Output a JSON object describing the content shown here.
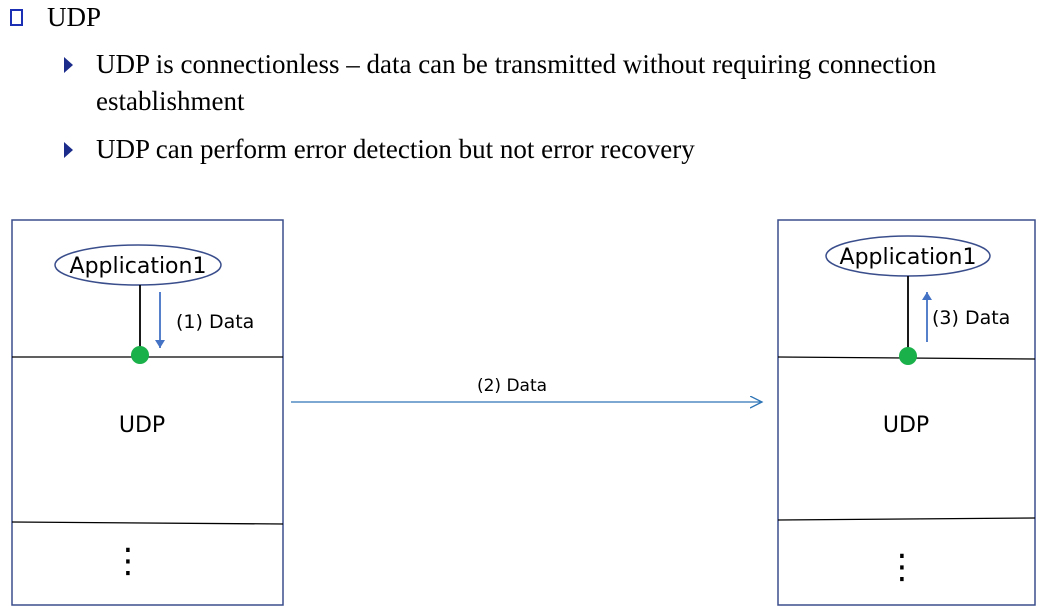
{
  "slide": {
    "heading": "UDP",
    "bullets": [
      "UDP is connectionless – data can be transmitted without requiring connection establishment",
      "UDP can perform error detection but not error recovery"
    ]
  },
  "diagram": {
    "sender": {
      "app_label": "Application1",
      "step_label": "(1) Data",
      "layer_label": "UDP",
      "lower_label": "⋮"
    },
    "transfer_label": "(2) Data",
    "receiver": {
      "app_label": "Application1",
      "step_label": "(3) Data",
      "layer_label": "UDP",
      "lower_label": "⋮"
    }
  },
  "colors": {
    "box_border": "#3a4e8c",
    "arrow": "#4472c4",
    "transfer_arrow": "#2e75b6",
    "port_dot": "#1ab04a",
    "bullet": "#1b2c8a"
  }
}
